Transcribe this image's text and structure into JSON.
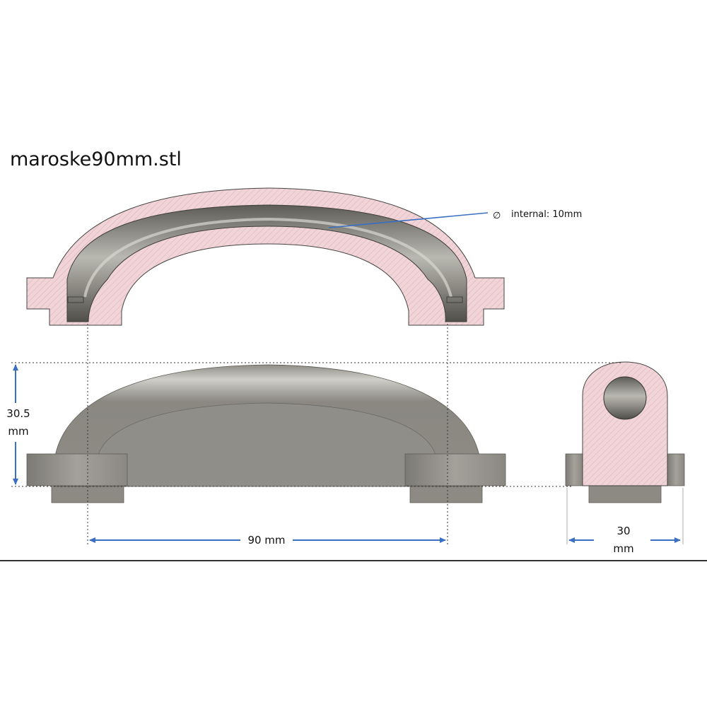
{
  "file_name": "maroske90mm.stl",
  "annotations": {
    "internal_diameter": {
      "symbol": "∅",
      "text": "internal: 10mm"
    },
    "height": {
      "value": "30.5",
      "unit": "mm"
    },
    "width": {
      "value": "90 mm"
    },
    "depth": {
      "value": "30",
      "unit": "mm"
    }
  },
  "colors": {
    "section_fill": "#f0d4d8",
    "hatch": "#d9a9b0",
    "metal_dark": "#6f6d66",
    "metal_mid": "#9a9890",
    "metal_light": "#c9c8c0",
    "dimension_arrow": "#3a6fc4"
  }
}
